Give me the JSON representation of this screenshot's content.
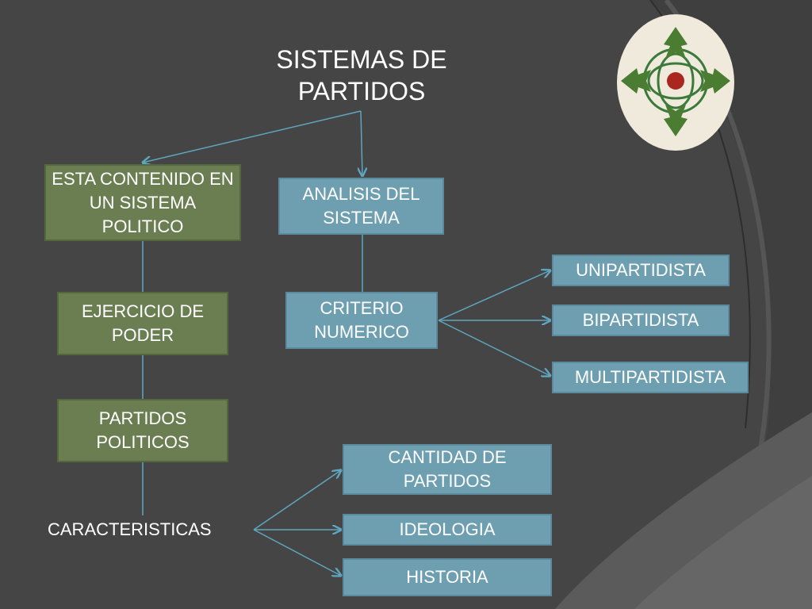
{
  "title": "SISTEMAS DE PARTIDOS",
  "nodes": {
    "contenido": "ESTA CONTENIDO EN UN SISTEMA POLITICO",
    "ejercicio": "EJERCICIO DE PODER",
    "partidos": "PARTIDOS POLITICOS",
    "caracteristicas": "CARACTERISTICAS",
    "analisis": "ANALISIS DEL SISTEMA",
    "criterio": "CRITERIO NUMERICO",
    "unipartidista": "UNIPARTIDISTA",
    "bipartidista": "BIPARTIDISTA",
    "multipartidista": "MULTIPARTIDISTA",
    "cantidad": "CANTIDAD DE PARTIDOS",
    "ideologia": "IDEOLOGIA",
    "historia": "HISTORIA"
  },
  "colors": {
    "background": "#3f3f3f",
    "green_box": "#6b7e52",
    "blue_box": "#6d9fb1",
    "connector": "#5ea6bf",
    "text": "#ffffff"
  },
  "logo": {
    "icon": "leaf-wreath-logo-icon"
  }
}
